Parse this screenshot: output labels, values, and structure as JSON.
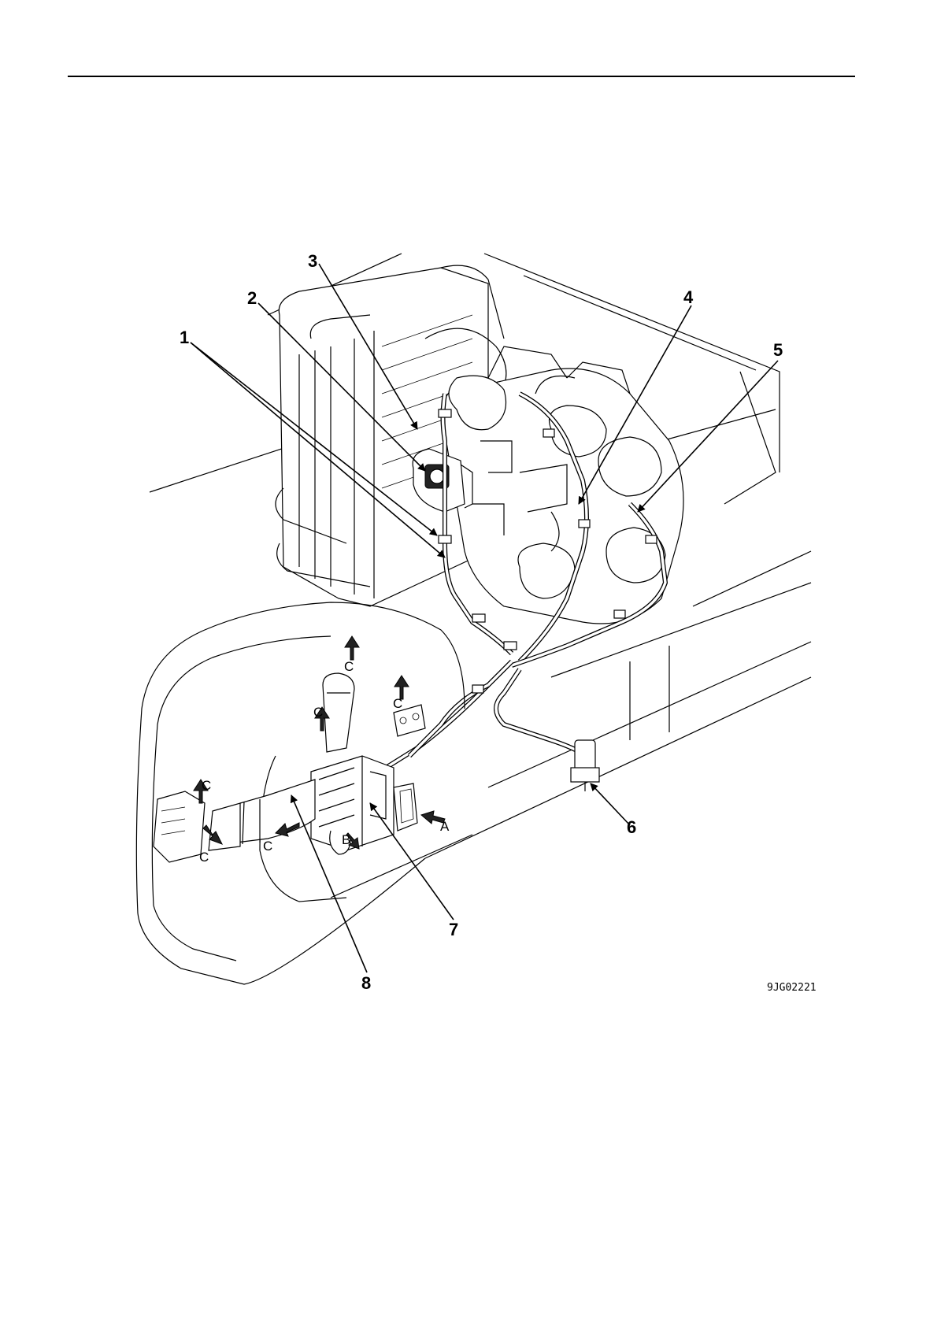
{
  "figure": {
    "code": "9JG02221",
    "callouts": [
      "1",
      "2",
      "3",
      "4",
      "5",
      "6",
      "7",
      "8"
    ],
    "letters": {
      "a": "A",
      "b": "B",
      "c": "C"
    }
  }
}
